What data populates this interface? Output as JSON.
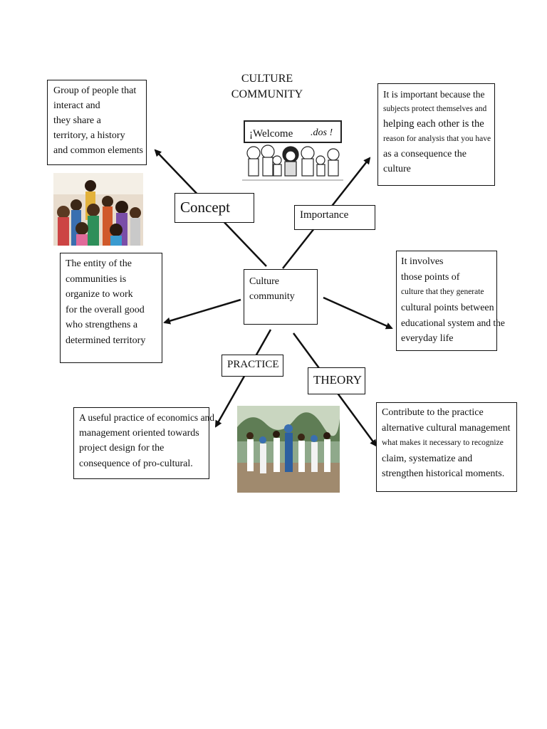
{
  "title": {
    "line1": "CULTURE",
    "line2": "COMMUNITY"
  },
  "welcome_sign": {
    "text_a": "¡Welcome",
    "text_b": ".dos !"
  },
  "center": {
    "line1": "Culture",
    "line2": "community"
  },
  "labels": {
    "concept": "Concept",
    "importance": "Importance",
    "practice": "PRACTICE",
    "theory": "THEORY"
  },
  "boxes": {
    "concept": [
      "Group of people that",
      "interact and",
      "they share a",
      "territory, a history",
      "and common elements"
    ],
    "importance": [
      "It is important because the",
      "subjects protect themselves and",
      "helping each other is the",
      "reason for analysis that you have",
      "as a consequence the",
      "culture"
    ],
    "entity": [
      "The entity of the",
      "communities is",
      "organize to work",
      "for the overall good",
      "who strengthens a",
      "determined territory"
    ],
    "involves": [
      "It involves",
      "those points of",
      "culture that they generate",
      "cultural points between",
      "educational system and the",
      "everyday life"
    ],
    "practice": [
      "A useful practice of economics and",
      "management oriented towards",
      "project design for the",
      "consequence of pro-cultural."
    ],
    "theory": [
      "Contribute to the practice",
      "alternative cultural management",
      "what makes it necessary to recognize",
      "claim, systematize and",
      "strengthen historical moments."
    ]
  }
}
